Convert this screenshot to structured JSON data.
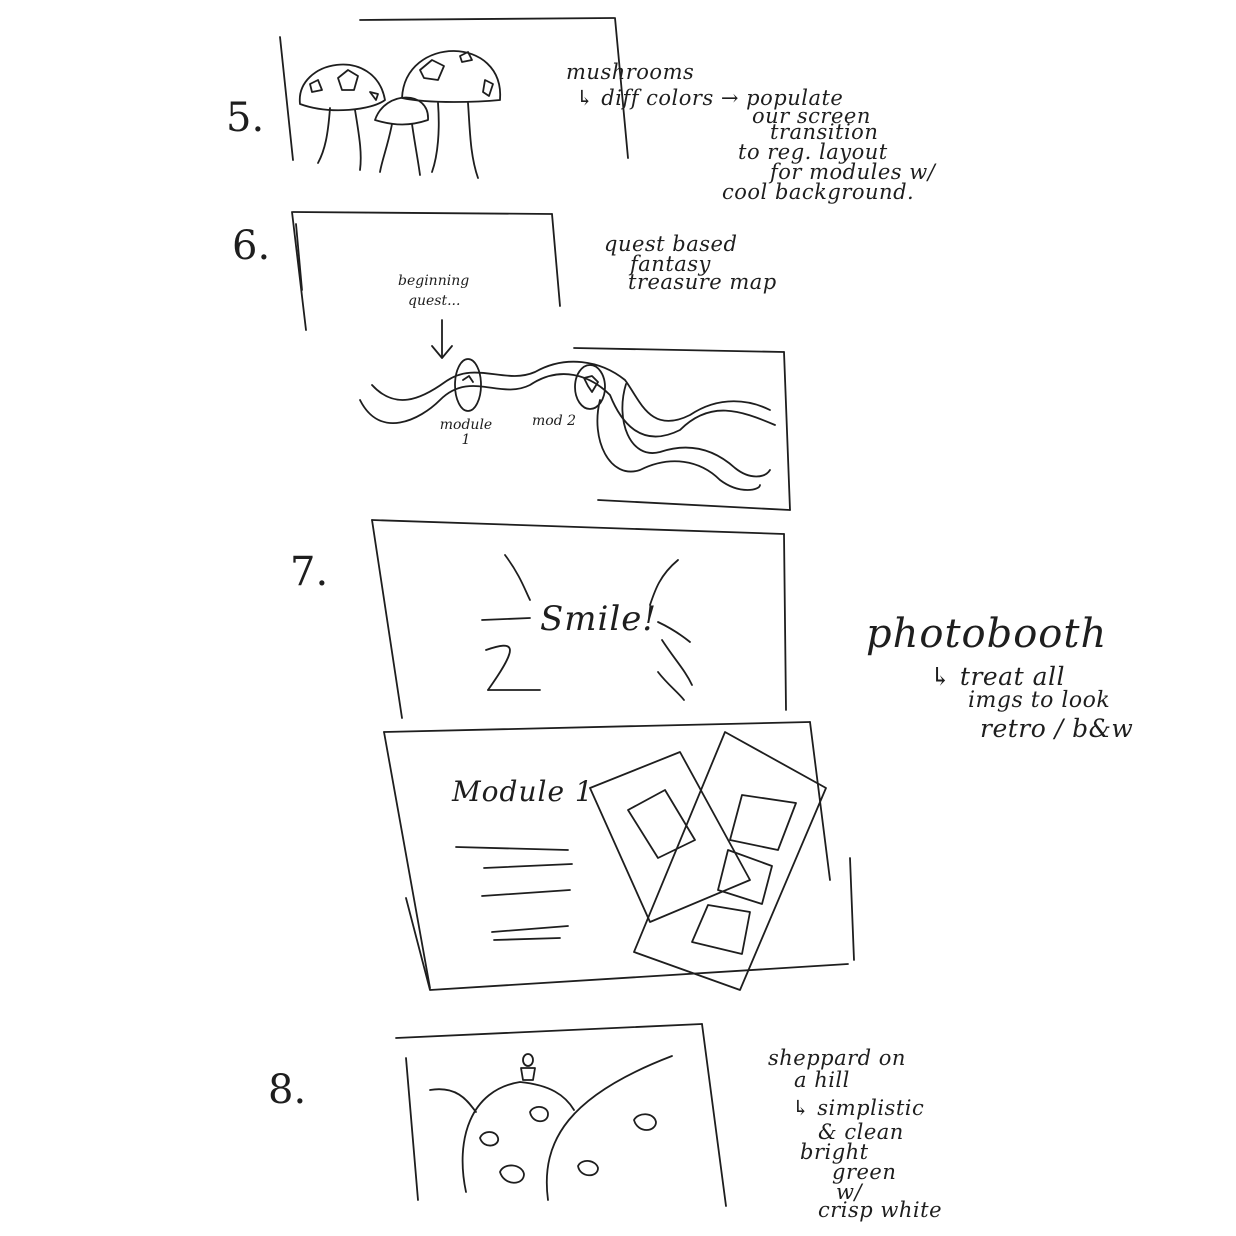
{
  "panels": [
    {
      "number": "5.",
      "notes": [
        "mushrooms",
        "↳ diff colors → populate",
        "our screen",
        "transition",
        "to reg. layout",
        "for modules w/",
        "cool background."
      ]
    },
    {
      "number": "6.",
      "notes": [
        "quest based",
        "fantasy",
        "treasure map"
      ],
      "inner_text": [
        "beginning",
        "quest..."
      ],
      "labels": [
        "module 1",
        "mod 2"
      ]
    },
    {
      "number": "7.",
      "notes": [
        "photobooth",
        "↳ treat all",
        "imgs to look",
        "retro / b&w"
      ],
      "inner_text": [
        "Smile!"
      ],
      "module_title": "Module 1"
    },
    {
      "number": "8.",
      "notes": [
        "sheppard on",
        "a hill",
        "↳ simplistic",
        "& clean",
        "bright",
        "green",
        "w/",
        "crisp white"
      ]
    }
  ]
}
